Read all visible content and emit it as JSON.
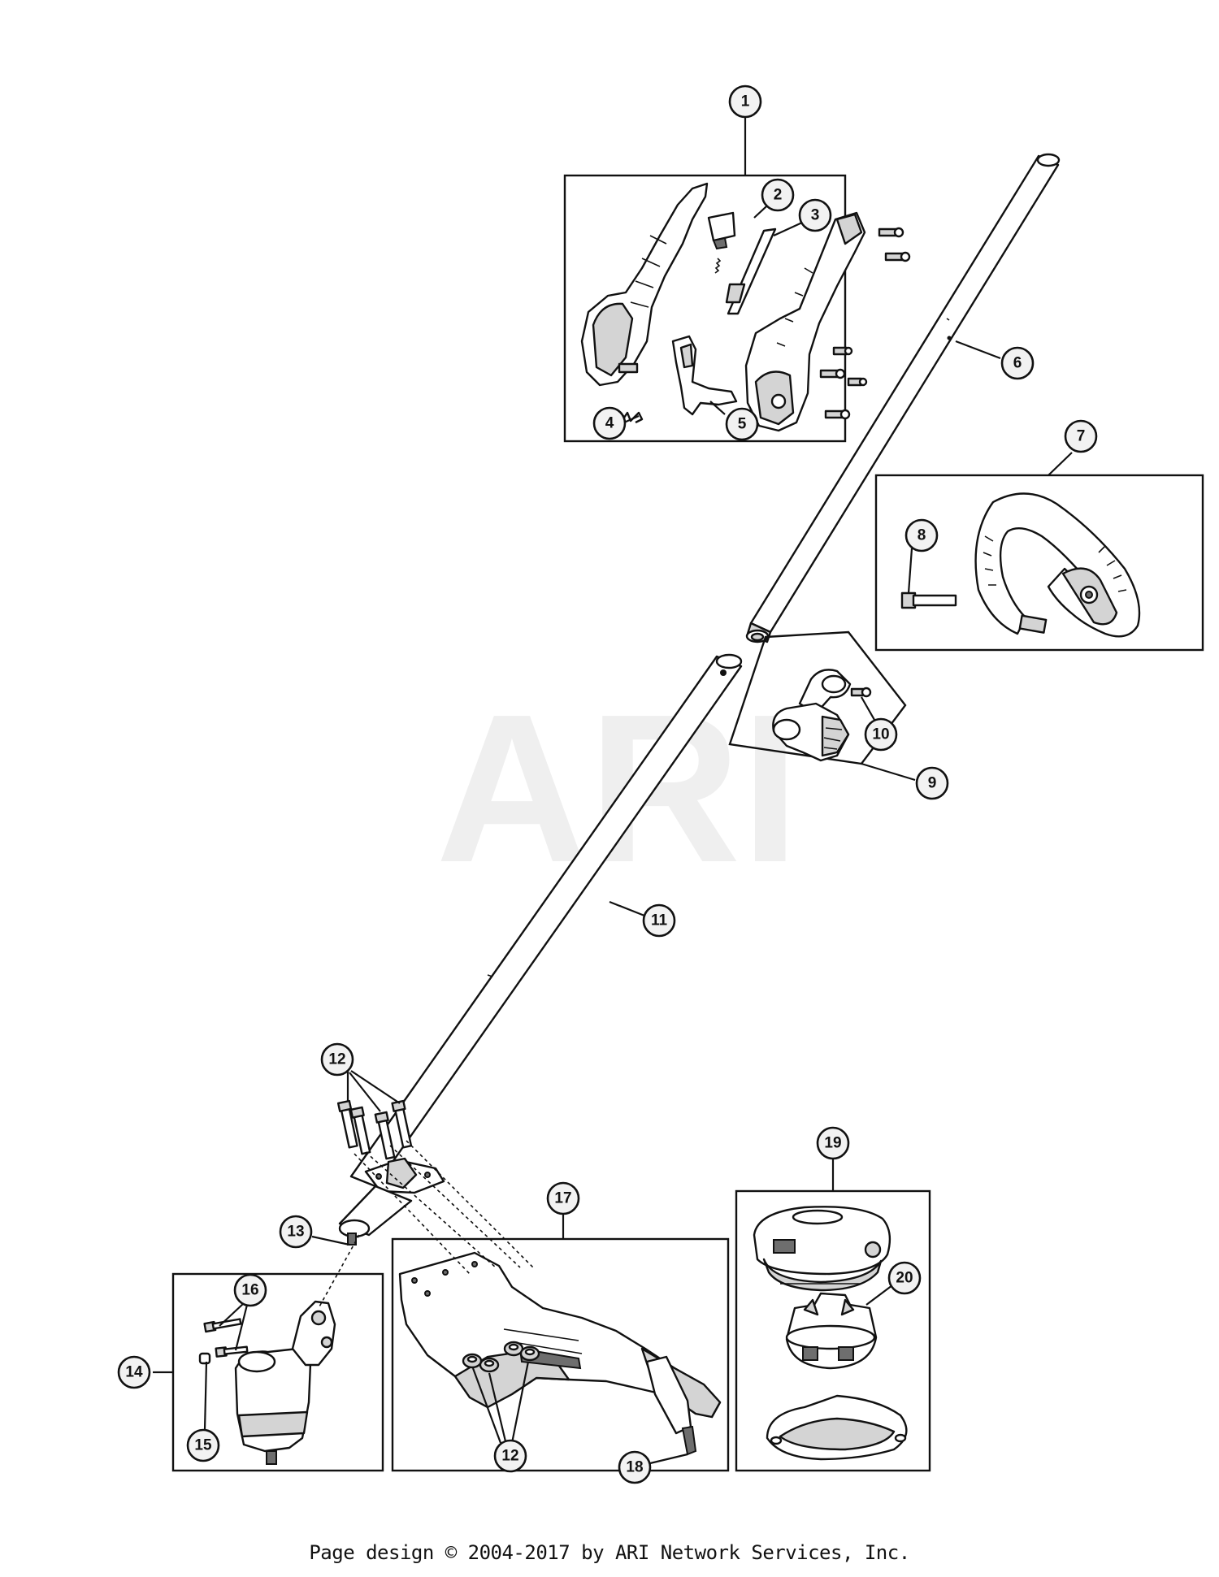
{
  "watermark": "ARI",
  "footer": "Page design © 2004-2017 by ARI Network Services, Inc.",
  "callouts": {
    "c1": "1",
    "c2": "2",
    "c3": "3",
    "c4": "4",
    "c5": "5",
    "c6": "6",
    "c7": "7",
    "c8": "8",
    "c9": "9",
    "c10": "10",
    "c11": "11",
    "c12a": "12",
    "c12b": "12",
    "c13": "13",
    "c14": "14",
    "c15": "15",
    "c16": "16",
    "c17": "17",
    "c18": "18",
    "c19": "19",
    "c20": "20"
  }
}
